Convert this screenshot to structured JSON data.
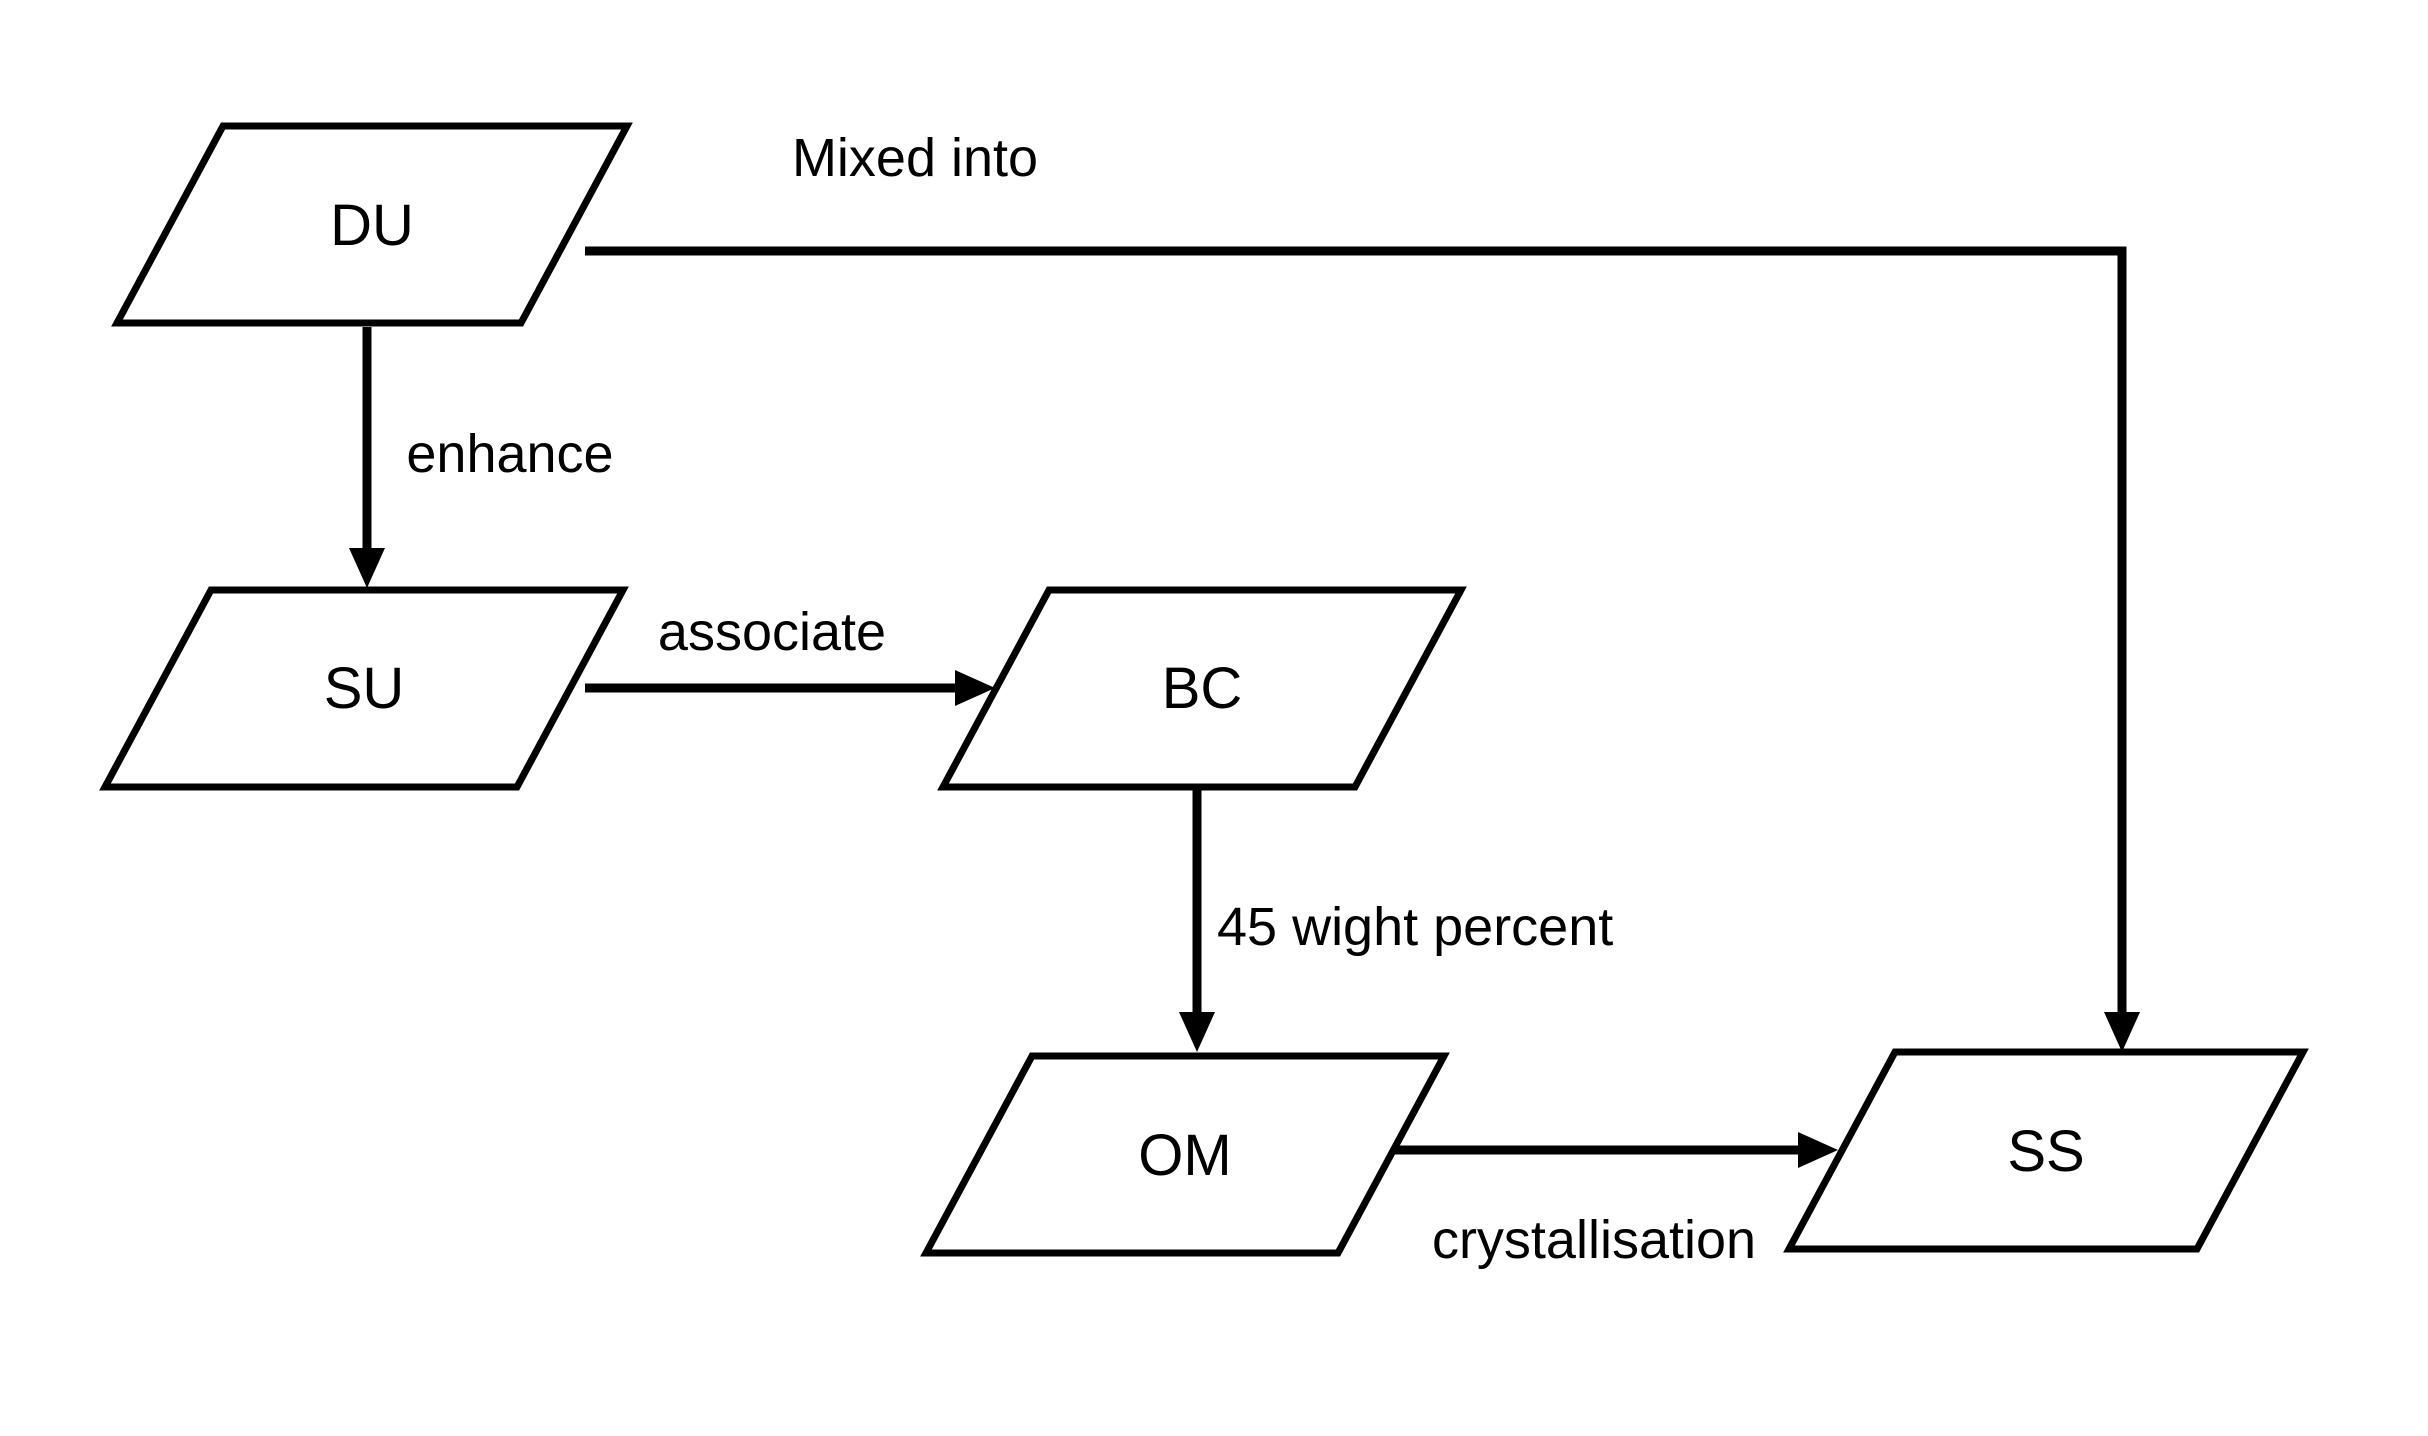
{
  "page": {
    "background_color": "#ffffff"
  },
  "diagram": {
    "type": "flowchart",
    "stroke_color": "#000000",
    "text_color": "#000000",
    "node_fill_color": "#ffffff",
    "node_shape": "parallelogram",
    "nodes": [
      {
        "id": "DU",
        "label": "DU"
      },
      {
        "id": "SU",
        "label": "SU"
      },
      {
        "id": "BC",
        "label": "BC"
      },
      {
        "id": "OM",
        "label": "OM"
      },
      {
        "id": "SS",
        "label": "SS"
      }
    ],
    "edges": [
      {
        "from": "DU",
        "to": "SS",
        "label": "Mixed into"
      },
      {
        "from": "DU",
        "to": "SU",
        "label": "enhance"
      },
      {
        "from": "SU",
        "to": "BC",
        "label": "associate"
      },
      {
        "from": "BC",
        "to": "OM",
        "label": "45 wight percent"
      },
      {
        "from": "OM",
        "to": "SS",
        "label": "crystallisation"
      }
    ]
  }
}
